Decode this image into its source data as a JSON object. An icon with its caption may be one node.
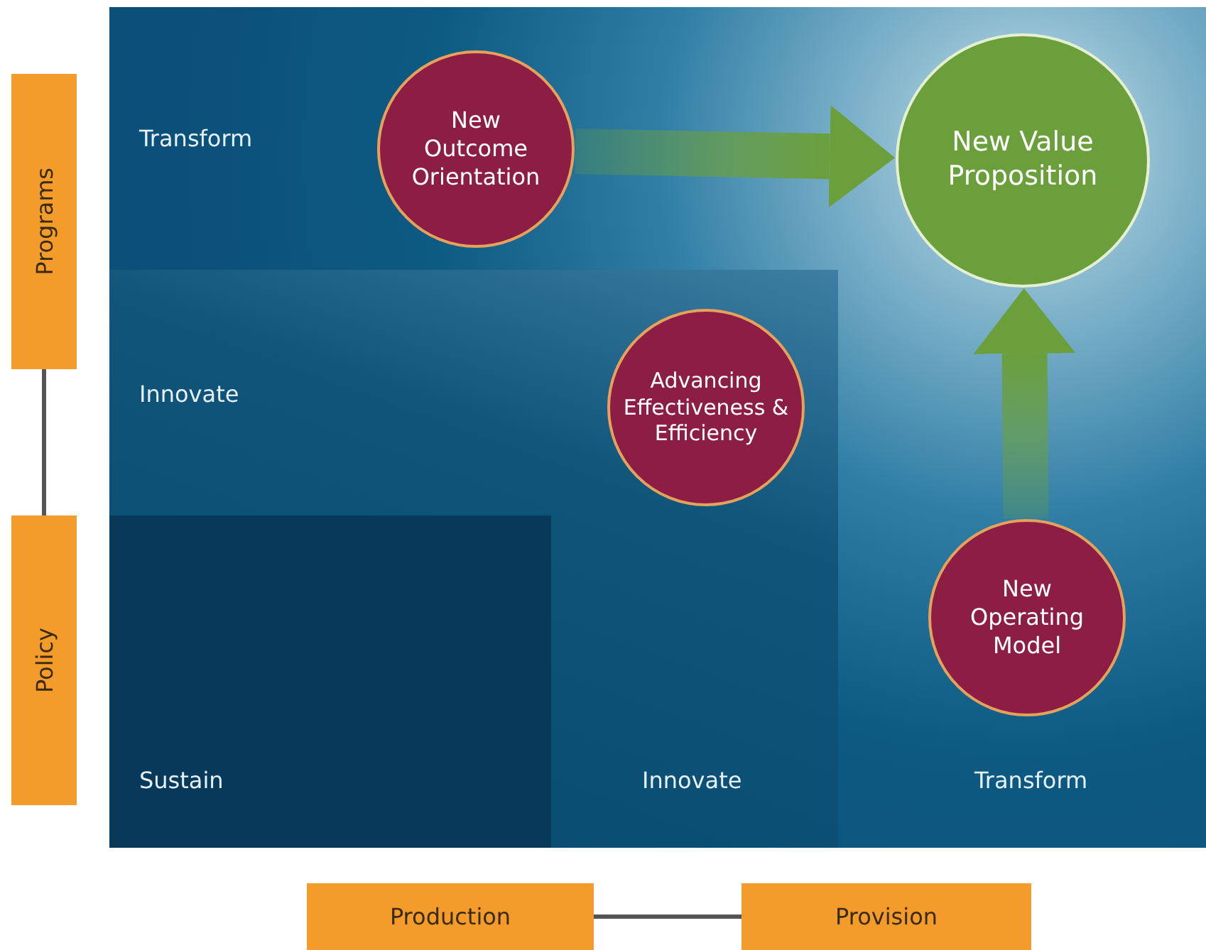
{
  "diagram": {
    "nodes": [
      {
        "text": [
          "Programs"
        ]
      },
      {
        "text": [
          "Policy"
        ]
      },
      {
        "text": [
          "Production"
        ]
      },
      {
        "text": [
          "Provision"
        ]
      },
      {
        "text": [
          "New Outcome Orientation"
        ]
      },
      {
        "text": [
          "New Value Proposition"
        ]
      },
      {
        "text": [
          "Advancing Effectiveness & Efficiency"
        ]
      },
      {
        "text": [
          "New Operating Model"
        ]
      }
    ],
    "edges": [
      {
        "from": 0,
        "to": 1,
        "arrow": "none"
      },
      {
        "from": 2,
        "to": 3,
        "arrow": "none"
      },
      {
        "from": 4,
        "to": 5,
        "arrow": "to",
        "style": "thick",
        "color": "#6a9f3c"
      },
      {
        "from": 7,
        "to": 5,
        "arrow": "to",
        "style": "thick",
        "color": "#6a9f3c"
      }
    ],
    "labels": [
      "Transform",
      "Innovate",
      "Sustain",
      "Innovate",
      "Transform"
    ]
  }
}
